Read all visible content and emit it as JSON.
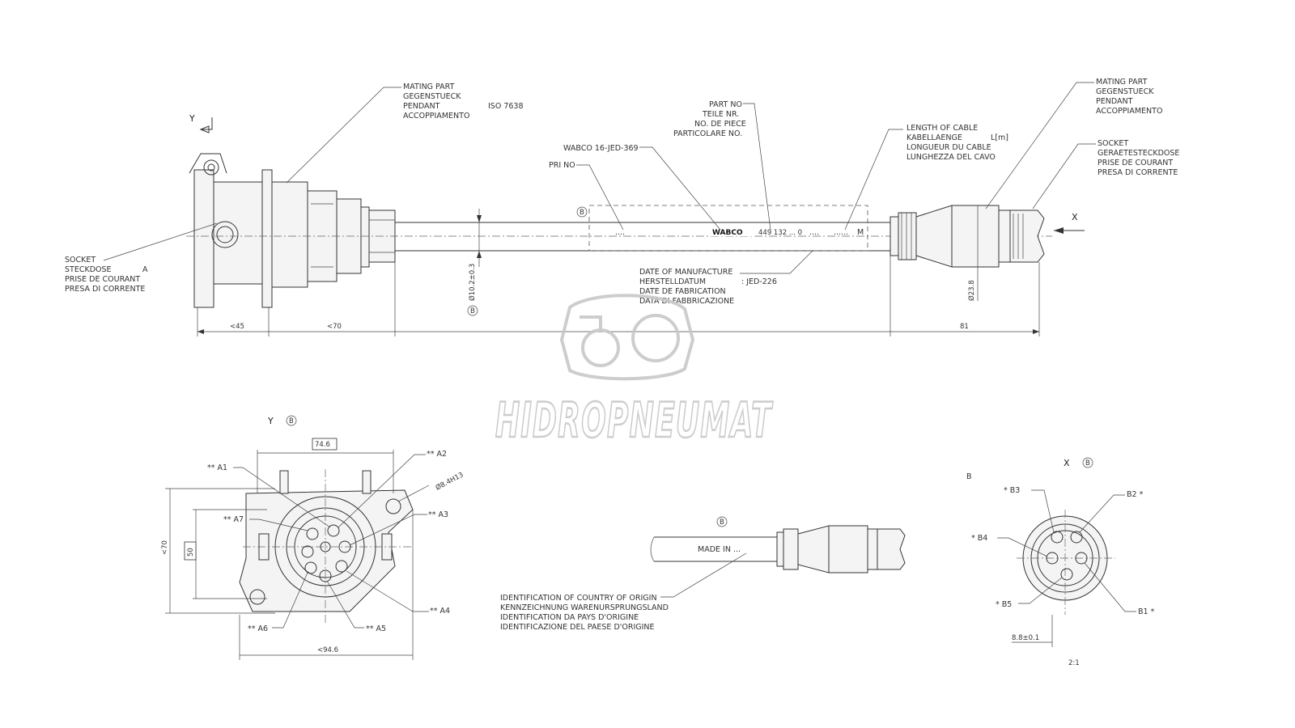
{
  "main_view": {
    "view_y": "Y",
    "view_x": "X",
    "mating_left": [
      "MATING PART",
      "GEGENSTUECK",
      "PENDANT",
      "ACCOPPIAMENTO"
    ],
    "iso": "ISO 7638",
    "socket_a": [
      "SOCKET",
      "STECKDOSE",
      "PRISE DE COURANT",
      "PRESA DI CORRENTE"
    ],
    "socket_a_letter": "A",
    "wabco_ref": "WABCO 16-JED-369",
    "pri_no": "PRI NO",
    "part_no": [
      "PART NO",
      "TEILE NR.",
      "NO. DE PIECE",
      "PARTICOLARE NO."
    ],
    "cable_length": [
      "LENGTH OF CABLE",
      "KABELLAENGE",
      "LONGUEUR DU CABLE",
      "LUNGHEZZA DEL CAVO"
    ],
    "cable_length_unit": "L[m]",
    "mating_right": [
      "MATING PART",
      "GEGENSTUECK",
      "PENDANT",
      "ACCOPPIAMENTO"
    ],
    "socket_b": [
      "SOCKET",
      "GERAETESTECKDOSE",
      "PRISE DE COURANT",
      "PRESA DI CORRENTE"
    ],
    "date": [
      "DATE OF MANUFACTURE",
      "HERSTELLDATUM",
      "DATE DE FABRICATION",
      "DATA DI FABBRICAZIONE"
    ],
    "date_ref": ": JED-226",
    "cable_print": {
      "dots_left": "....",
      "brand": "WABCO",
      "number": "449 132 ... 0",
      "dots_mid": "....",
      "dots_right": "......",
      "unit": "M"
    },
    "cable_dia": "Ø10.2±0.3",
    "plug_dia": "Ø23.8",
    "b_circle": "B",
    "dims": {
      "d45": "<45",
      "d70": "<70",
      "d81": "81"
    }
  },
  "view_y": {
    "title": "Y",
    "b": "B",
    "d746": "74.6",
    "d946": "<94.6",
    "d70v": "<70",
    "d50": "50",
    "hole": "Ø8.4H13",
    "pins": {
      "a1": "** A1",
      "a2": "** A2",
      "a3": "** A3",
      "a4": "** A4",
      "a5": "** A5",
      "a6": "** A6",
      "a7": "** A7"
    }
  },
  "detail": {
    "b": "B",
    "made_in": "MADE IN ...",
    "origin": [
      "IDENTIFICATION OF COUNTRY OF ORIGIN",
      "KENNZEICHNUNG WARENURSPRUNGSLAND",
      "IDENTIFICATION DA PAYS D'ORIGINE",
      "IDENTIFICAZIONE DEL PAESE D'ORIGINE"
    ]
  },
  "view_x": {
    "title": "X",
    "b": "B",
    "corner": "B",
    "b1": "B1 *",
    "b2": "B2 *",
    "b3": "* B3",
    "b4": "* B4",
    "b5": "* B5",
    "d88": "8.8±0.1",
    "scale": "2:1"
  },
  "watermark": "HIDROPNEUMAT",
  "colors": {
    "line": "#333333",
    "watermark": "#c8c8c8"
  }
}
